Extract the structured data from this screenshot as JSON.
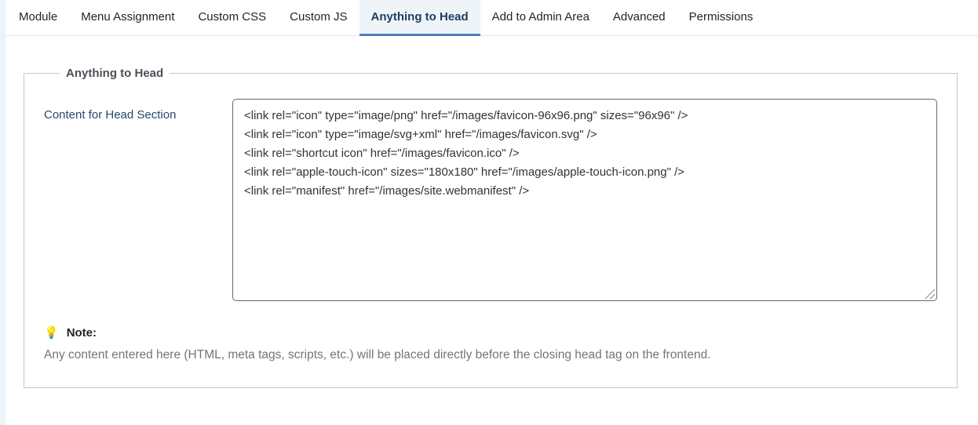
{
  "tabs": [
    {
      "label": "Module",
      "active": false
    },
    {
      "label": "Menu Assignment",
      "active": false
    },
    {
      "label": "Custom CSS",
      "active": false
    },
    {
      "label": "Custom JS",
      "active": false
    },
    {
      "label": "Anything to Head",
      "active": true
    },
    {
      "label": "Add to Admin Area",
      "active": false
    },
    {
      "label": "Advanced",
      "active": false
    },
    {
      "label": "Permissions",
      "active": false
    }
  ],
  "panel": {
    "legend": "Anything to Head",
    "field": {
      "label": "Content for Head Section",
      "value": "<link rel=\"icon\" type=\"image/png\" href=\"/images/favicon-96x96.png\" sizes=\"96x96\" />\n<link rel=\"icon\" type=\"image/svg+xml\" href=\"/images/favicon.svg\" />\n<link rel=\"shortcut icon\" href=\"/images/favicon.ico\" />\n<link rel=\"apple-touch-icon\" sizes=\"180x180\" href=\"/images/apple-touch-icon.png\" />\n<link rel=\"manifest\" href=\"/images/site.webmanifest\" />"
    },
    "note": {
      "emoji": "💡",
      "title": "Note:",
      "text": "Any content entered here (HTML, meta tags, scripts, etc.) will be placed directly before the closing head tag on the frontend."
    }
  },
  "colors": {
    "active_tab_text": "#1d3d5f",
    "active_tab_underline": "#4d7eb9",
    "active_tab_bg": "#eff4f9",
    "tab_text": "#212529",
    "tab_bar_border": "#dfe3e8",
    "panel_border": "#bccbd7",
    "legend_text": "#4b5158",
    "field_label_text": "#26486c",
    "textarea_border": "#5f6f64",
    "note_text": "#6e767e"
  }
}
